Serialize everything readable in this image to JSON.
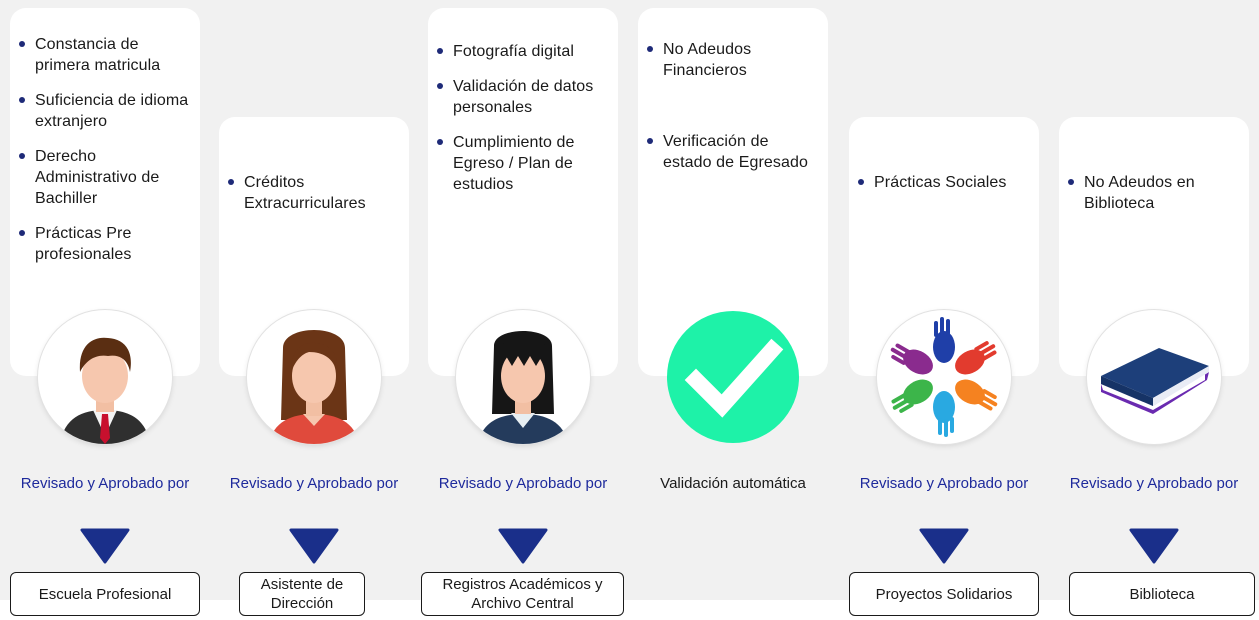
{
  "columns": [
    {
      "items": [
        "Constancia de primera matricula",
        "Suficiencia de idioma extranjero",
        "Derecho Administrativo de Bachiller",
        "Prácticas Pre profesionales"
      ],
      "icon": "male-officer-icon",
      "caption": "Revisado y Aprobado por",
      "label": "Escuela Profesional"
    },
    {
      "items": [
        "Créditos Extracurriculares"
      ],
      "icon": "female-assistant-icon",
      "caption": "Revisado y Aprobado por",
      "label": "Asistente de Dirección"
    },
    {
      "items": [
        "Fotografía digital",
        "Validación de datos personales",
        "Cumplimiento de Egreso / Plan de estudios"
      ],
      "icon": "female-registrar-icon",
      "caption": "Revisado y Aprobado por",
      "label": "Registros Académicos y Archivo Central"
    },
    {
      "items": [
        "No Adeudos Financieros",
        "Verificación de estado de Egresado"
      ],
      "icon": "checkmark-icon",
      "caption": "Validación automática",
      "label": ""
    },
    {
      "items": [
        "Prácticas Sociales"
      ],
      "icon": "helping-hands-icon",
      "caption": "Revisado y Aprobado por",
      "label": "Proyectos Solidarios"
    },
    {
      "items": [
        "No Adeudos en Biblioteca"
      ],
      "icon": "book-icon",
      "caption": "Revisado y Aprobado por",
      "label": "Biblioteca"
    }
  ],
  "colors": {
    "accent": "#1e2a9c",
    "arrow": "#1a2f8a",
    "check": "#1ef2a8",
    "strip": "#f1f1f1"
  }
}
